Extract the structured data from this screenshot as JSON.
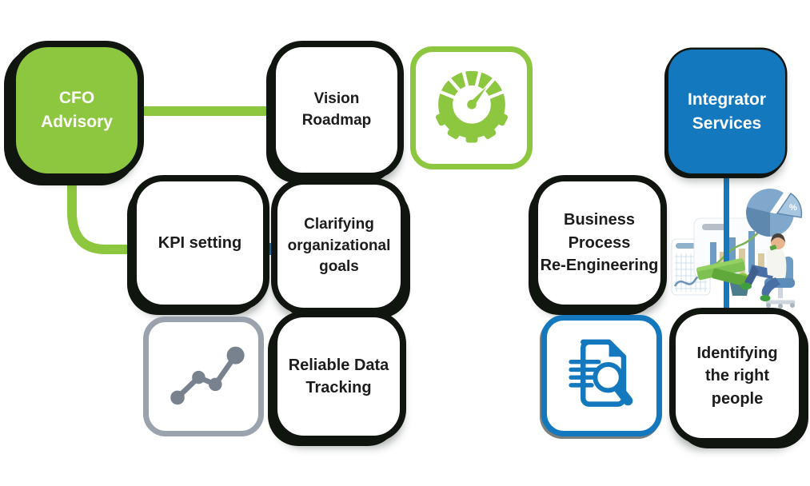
{
  "title": "Advisory services process diagram",
  "colors": {
    "accent_green": "#8DC63F",
    "accent_blue": "#1478BE",
    "frame_dark": "#11150F",
    "icon_gray": "#78828F",
    "gray_border": "#9AA2AD",
    "text_dark": "#1C1C1C",
    "text_light": "#FFFFFF"
  },
  "nodes": {
    "cfo_advisory": {
      "label": "CFO\nAdvisory",
      "style": "green"
    },
    "vision_roadmap": {
      "label": "Vision\nRoadmap",
      "style": "white"
    },
    "kpi_setting": {
      "label": "KPI setting",
      "style": "white"
    },
    "clarifying_goals": {
      "label": "Clarifying\norganizational\ngoals",
      "style": "white"
    },
    "reliable_data": {
      "label": "Reliable Data\nTracking",
      "style": "white"
    },
    "integrator_services": {
      "label": "Integrator\nServices",
      "style": "blue"
    },
    "business_process": {
      "label": "Business\nProcess\nRe-Engineering",
      "style": "white"
    },
    "identifying_people": {
      "label": "Identifying\nthe right\npeople",
      "style": "white"
    }
  },
  "icons": {
    "gauge": "speedometer-gauge",
    "line_chart": "rising-line-chart",
    "document_search": "document-with-magnifier",
    "illustration": "person-analyzing-charts",
    "pie_slice_symbol": "%"
  },
  "connectors": {
    "cfo_to_vision": "green horizontal line",
    "cfo_to_kpi": "green elbow line",
    "kpi_to_clarifying": "blue stub",
    "integrator_to_identifying": "blue vertical line"
  }
}
